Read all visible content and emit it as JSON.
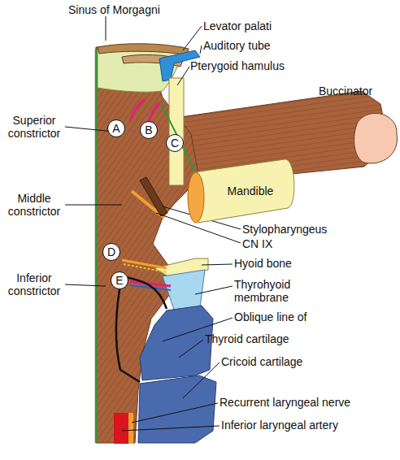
{
  "diagram": {
    "nodes": [
      {
        "text": [
          "A"
        ]
      },
      {
        "text": [
          "B"
        ]
      },
      {
        "text": [
          "C"
        ]
      },
      {
        "text": [
          "D"
        ]
      },
      {
        "text": [
          "E"
        ]
      },
      {
        "text": [
          "Mandible"
        ]
      }
    ],
    "labels": [
      "Sinus of Morgagni",
      "Levator palati",
      "Auditory tube",
      "Pterygoid hamulus",
      "Buccinator",
      "Superior constrictor",
      "Middle constrictor",
      "Stylopharyngeus",
      "CN IX",
      "Inferior constrictor",
      "Hyoid bone",
      "Thyrohyoid membrane",
      "Oblique line of",
      "Thyroid cartilage",
      "Cricoid cartilage",
      "Recurrent laryngeal nerve",
      "Inferior laryngeal artery"
    ]
  }
}
